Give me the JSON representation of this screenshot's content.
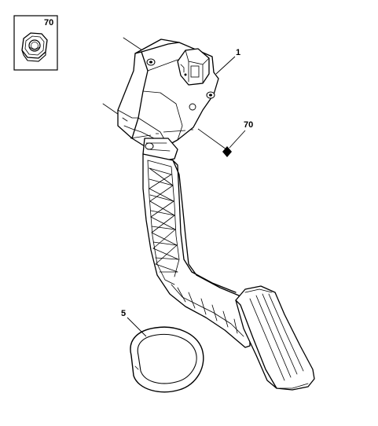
{
  "diagram": {
    "callouts": {
      "inset_nut": "70",
      "pedal_assembly": "1",
      "mounting_nut": "70",
      "gasket": "5"
    }
  }
}
